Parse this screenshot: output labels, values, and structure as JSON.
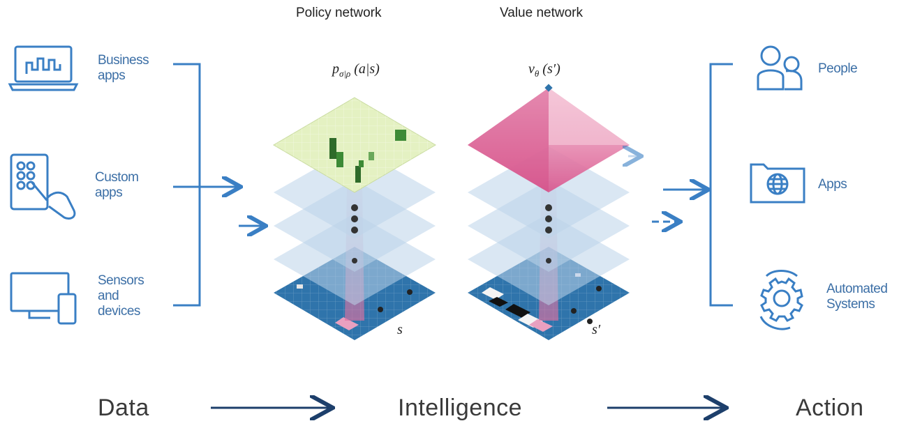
{
  "columns": {
    "policy_title": "Policy network",
    "value_title": "Value network"
  },
  "formulas": {
    "policy_p": "p",
    "policy_sub": "σ|ρ",
    "policy_args": "(a|s)",
    "value_v": "ν",
    "value_sub": "θ",
    "value_args": "(s′)"
  },
  "states": {
    "policy_state": "s",
    "value_state": "s′"
  },
  "sources": [
    {
      "line1": "Business",
      "line2": "apps",
      "line3": "",
      "icon": "laptop-chart-icon"
    },
    {
      "line1": "Custom",
      "line2": "apps",
      "line3": "",
      "icon": "tablet-touch-icon"
    },
    {
      "line1": "Sensors",
      "line2": "and",
      "line3": "devices",
      "icon": "monitor-phone-icon"
    }
  ],
  "outputs": [
    {
      "line1": "People",
      "line2": "",
      "icon": "people-icon"
    },
    {
      "line1": "Apps",
      "line2": "",
      "icon": "folder-globe-icon"
    },
    {
      "line1": "Automated",
      "line2": "Systems",
      "icon": "gear-cycle-icon"
    }
  ],
  "stages": {
    "data": "Data",
    "intelligence": "Intelligence",
    "action": "Action"
  },
  "colors": {
    "accent_blue": "#3a7fc4",
    "board_blue": "#2f74ab",
    "policy_green": "#e4f1c2",
    "value_pink": "#e27aa4"
  }
}
